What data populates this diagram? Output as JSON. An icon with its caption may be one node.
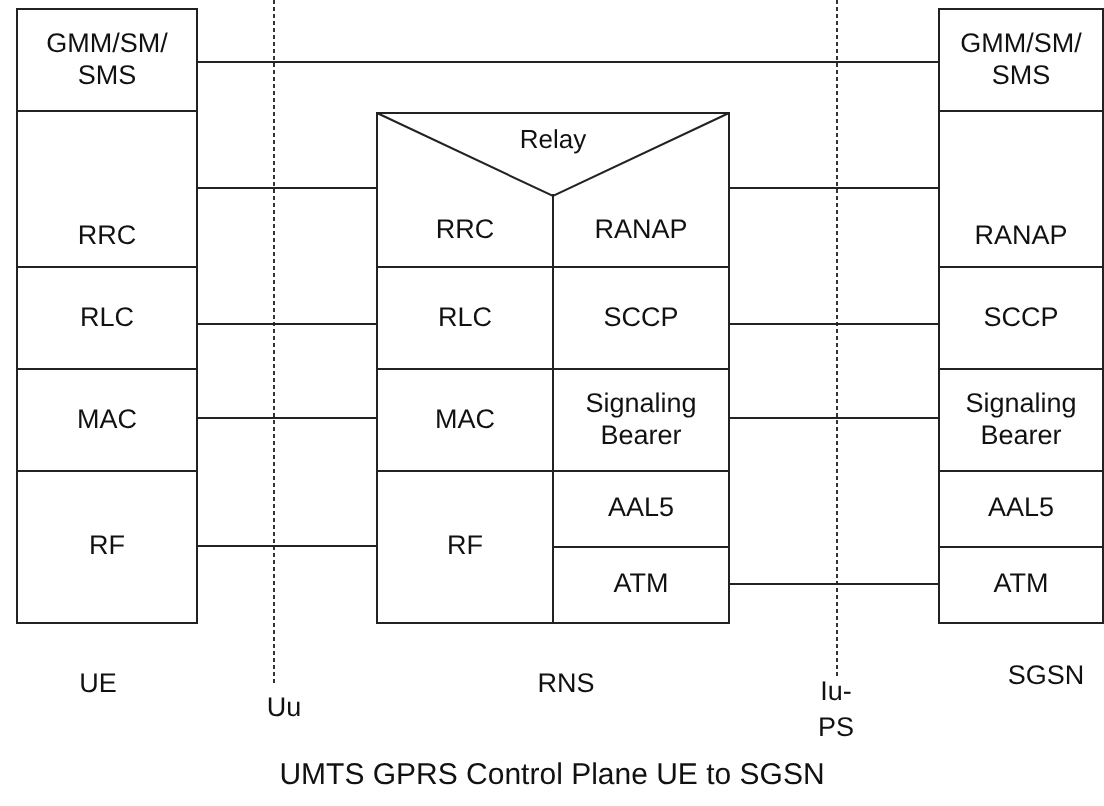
{
  "diagram": {
    "caption": "UMTS GPRS Control Plane UE to SGSN",
    "nodes": [
      {
        "text": [
          "GMM/SM/SMS"
        ]
      },
      {
        "text": [
          "RRC"
        ]
      },
      {
        "text": [
          "RLC"
        ]
      },
      {
        "text": [
          "MAC"
        ]
      },
      {
        "text": [
          "RF"
        ]
      },
      {
        "text": [
          "Relay"
        ]
      },
      {
        "text": [
          "RRC"
        ]
      },
      {
        "text": [
          "RANAP"
        ]
      },
      {
        "text": [
          "RLC"
        ]
      },
      {
        "text": [
          "SCCP"
        ]
      },
      {
        "text": [
          "MAC"
        ]
      },
      {
        "text": [
          "Signaling Bearer"
        ]
      },
      {
        "text": [
          "RF"
        ]
      },
      {
        "text": [
          "AAL5"
        ]
      },
      {
        "text": [
          "ATM"
        ]
      },
      {
        "text": [
          "GMM/SM/SMS"
        ]
      },
      {
        "text": [
          "RANAP"
        ]
      },
      {
        "text": [
          "SCCP"
        ]
      },
      {
        "text": [
          "Signaling Bearer"
        ]
      },
      {
        "text": [
          "AAL5"
        ]
      },
      {
        "text": [
          "ATM"
        ]
      }
    ],
    "edges": [
      {
        "from": 0,
        "to": 15,
        "arrow": "none"
      },
      {
        "from": 1,
        "to": 6,
        "arrow": "none"
      },
      {
        "from": 7,
        "to": 16,
        "arrow": "none"
      },
      {
        "from": 2,
        "to": 8,
        "arrow": "none"
      },
      {
        "from": 9,
        "to": 17,
        "arrow": "none"
      },
      {
        "from": 3,
        "to": 10,
        "arrow": "none"
      },
      {
        "from": 11,
        "to": 18,
        "arrow": "none"
      },
      {
        "from": 4,
        "to": 12,
        "arrow": "none"
      },
      {
        "from": 14,
        "to": 20,
        "arrow": "none"
      }
    ],
    "labels": [
      "UE",
      "Uu",
      "RNS",
      "Iu-PS",
      "SGSN"
    ]
  }
}
